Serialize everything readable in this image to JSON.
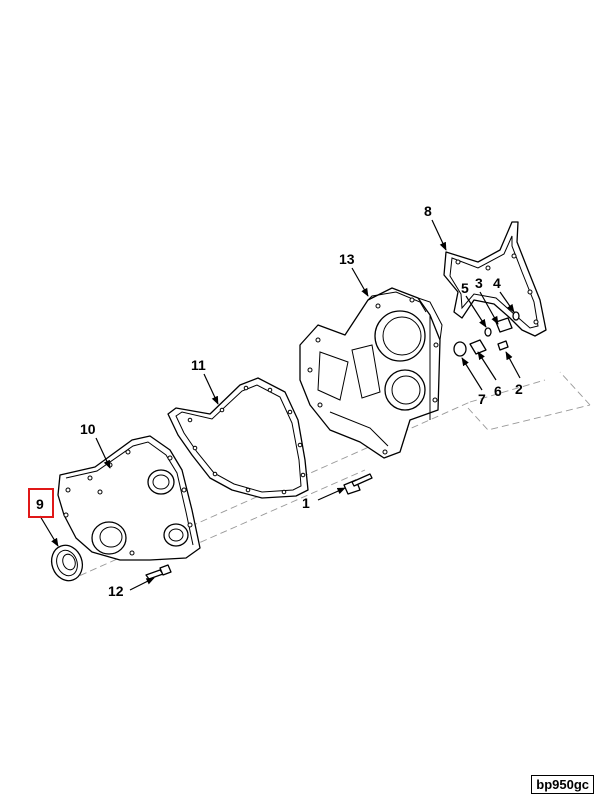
{
  "callouts": {
    "c1": "1",
    "c2": "2",
    "c3": "3",
    "c4": "4",
    "c5": "5",
    "c6": "6",
    "c7": "7",
    "c8": "8",
    "c9": "9",
    "c10": "10",
    "c11": "11",
    "c12": "12",
    "c13": "13"
  },
  "highlighted_callout": "9",
  "highlight_color": "#e01818",
  "reference_code": "bp950gc"
}
